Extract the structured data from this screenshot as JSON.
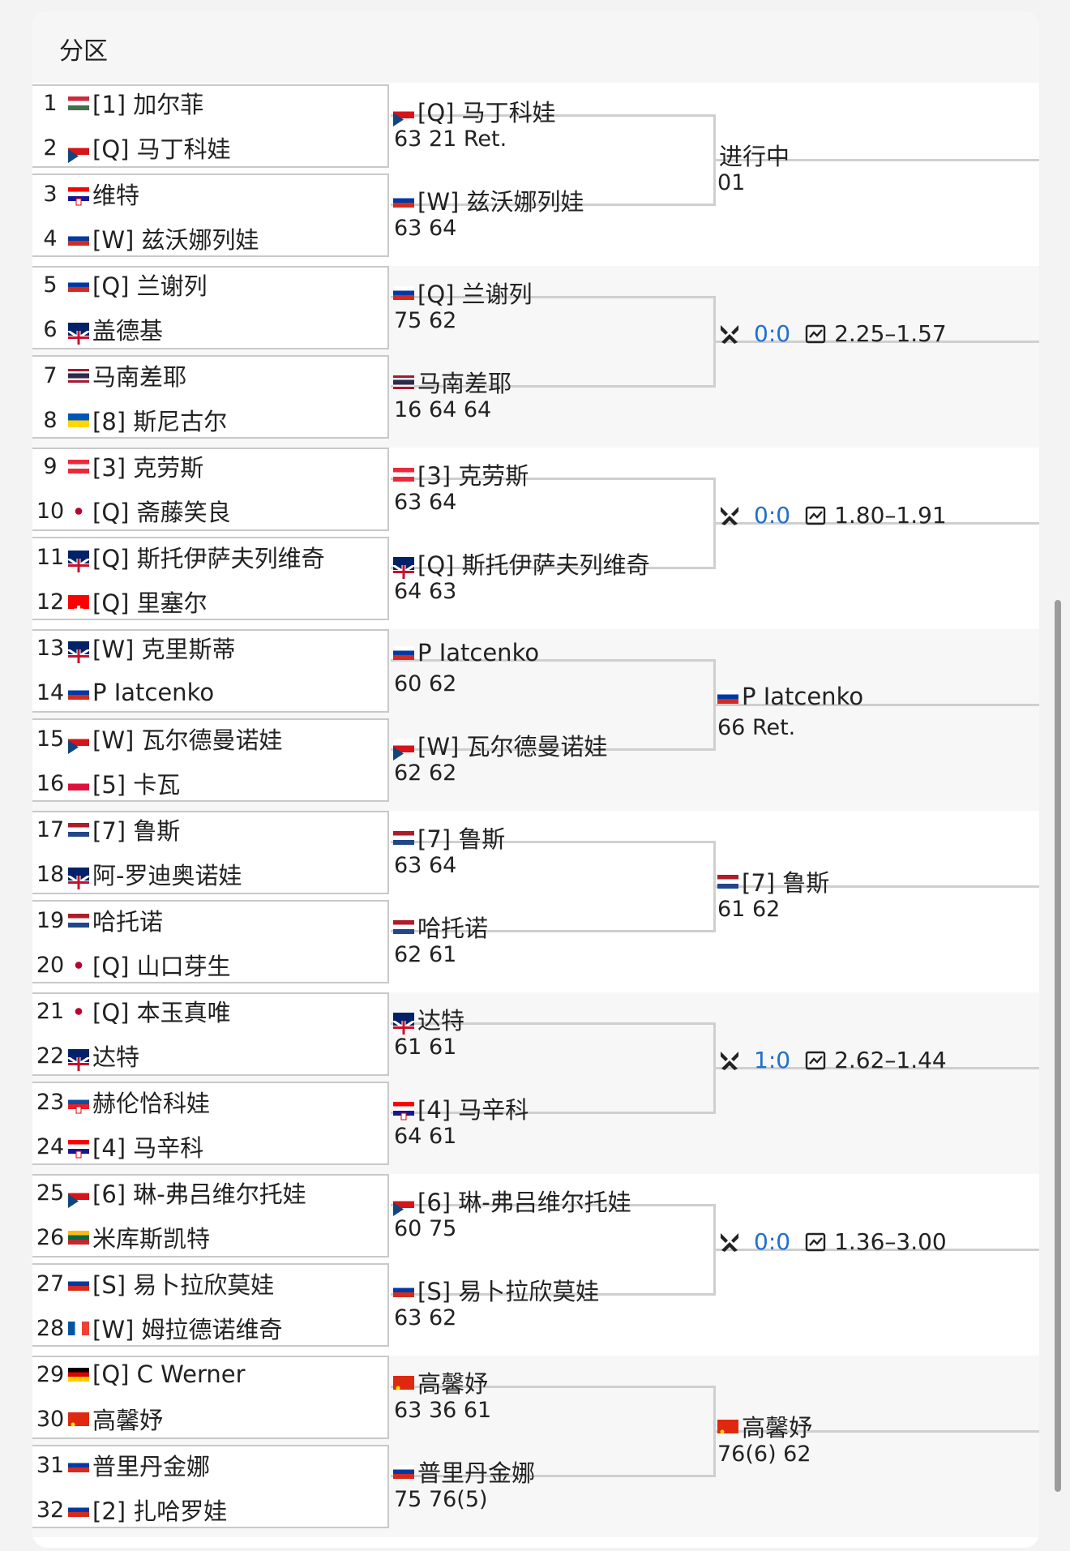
{
  "header": {
    "title": "分区"
  },
  "flag_colors": {
    "HUN": [
      "#cd2a3e",
      "#ffffff",
      "#436f4d"
    ],
    "CZE": [
      "#ffffff",
      "#d7141a",
      "#11457e"
    ],
    "CRO": [
      "#ff0000",
      "#ffffff",
      "#171796"
    ],
    "RUS": [
      "#ffffff",
      "#0039a6",
      "#d52b1e"
    ],
    "AUS": [
      "#012169",
      "#012169",
      "#012169"
    ],
    "THA": [
      "#a51931",
      "#f4f5f8",
      "#2d2a4a"
    ],
    "UKR": [
      "#0057b7",
      "#0057b7",
      "#ffd700"
    ],
    "AUT": [
      "#ed2939",
      "#ffffff",
      "#ed2939"
    ],
    "JPN": [
      "#ffffff",
      "#bc002d",
      "#ffffff"
    ],
    "GBR": [
      "#012169",
      "#ffffff",
      "#c8102e"
    ],
    "SUI": [
      "#ff0000",
      "#ffffff",
      "#ff0000"
    ],
    "POL": [
      "#ffffff",
      "#ffffff",
      "#dc143c"
    ],
    "NED": [
      "#ae1c28",
      "#ffffff",
      "#21468b"
    ],
    "SVK": [
      "#ffffff",
      "#0b4ea2",
      "#ee1c25"
    ],
    "LTU": [
      "#fdb913",
      "#006a44",
      "#c1272d"
    ],
    "FRA": [
      "#0055a4",
      "#ffffff",
      "#ef4135"
    ],
    "GER": [
      "#000000",
      "#dd0000",
      "#ffce00"
    ],
    "CHN": [
      "#de2910",
      "#de2910",
      "#de2910"
    ]
  },
  "groups": [
    {
      "players": [
        {
          "num": "1",
          "flag": "HUN",
          "name": "[1] 加尔菲"
        },
        {
          "num": "2",
          "flag": "CZE",
          "name": "[Q] 马丁科娃"
        },
        {
          "num": "3",
          "flag": "CRO",
          "name": " 维特"
        },
        {
          "num": "4",
          "flag": "RUS",
          "name": "[W] 兹沃娜列娃"
        }
      ],
      "r2": [
        {
          "flag": "CZE",
          "name": "[Q] 马丁科娃",
          "score": "63 21 Ret."
        },
        {
          "flag": "RUS",
          "name": "[W] 兹沃娜列娃",
          "score": "63 64"
        }
      ],
      "r3": {
        "kind": "result",
        "name": "进行中",
        "score": "01",
        "flag": ""
      }
    },
    {
      "players": [
        {
          "num": "5",
          "flag": "RUS",
          "name": "[Q] 兰谢列"
        },
        {
          "num": "6",
          "flag": "AUS",
          "name": " 盖德基"
        },
        {
          "num": "7",
          "flag": "THA",
          "name": " 马南差耶"
        },
        {
          "num": "8",
          "flag": "UKR",
          "name": "[8] 斯尼古尔"
        }
      ],
      "r2": [
        {
          "flag": "RUS",
          "name": "[Q] 兰谢列",
          "score": "75 62"
        },
        {
          "flag": "THA",
          "name": " 马南差耶",
          "score": "16 64 64"
        }
      ],
      "r3": {
        "kind": "odds",
        "h2h": "0:0",
        "odds": "2.25–1.57"
      }
    },
    {
      "players": [
        {
          "num": "9",
          "flag": "AUT",
          "name": "[3] 克劳斯"
        },
        {
          "num": "10",
          "flag": "JPN",
          "name": "[Q] 斋藤笑良"
        },
        {
          "num": "11",
          "flag": "GBR",
          "name": "[Q] 斯托伊萨夫列维奇"
        },
        {
          "num": "12",
          "flag": "SUI",
          "name": "[Q] 里塞尔"
        }
      ],
      "r2": [
        {
          "flag": "AUT",
          "name": "[3] 克劳斯",
          "score": "63 64"
        },
        {
          "flag": "GBR",
          "name": "[Q] 斯托伊萨夫列维奇",
          "score": "64 63"
        }
      ],
      "r3": {
        "kind": "odds",
        "h2h": "0:0",
        "odds": "1.80–1.91"
      }
    },
    {
      "players": [
        {
          "num": "13",
          "flag": "GBR",
          "name": "[W] 克里斯蒂"
        },
        {
          "num": "14",
          "flag": "RUS",
          "name": " P Iatcenko"
        },
        {
          "num": "15",
          "flag": "CZE",
          "name": "[W] 瓦尔德曼诺娃"
        },
        {
          "num": "16",
          "flag": "POL",
          "name": "[5] 卡瓦"
        }
      ],
      "r2": [
        {
          "flag": "RUS",
          "name": " P Iatcenko",
          "score": "60 62"
        },
        {
          "flag": "CZE",
          "name": "[W] 瓦尔德曼诺娃",
          "score": "62 62"
        }
      ],
      "r3": {
        "kind": "result",
        "flag": "RUS",
        "name": " P Iatcenko",
        "score": "66 Ret."
      }
    },
    {
      "players": [
        {
          "num": "17",
          "flag": "NED",
          "name": "[7] 鲁斯"
        },
        {
          "num": "18",
          "flag": "AUS",
          "name": " 阿-罗迪奥诺娃"
        },
        {
          "num": "19",
          "flag": "NED",
          "name": " 哈托诺"
        },
        {
          "num": "20",
          "flag": "JPN",
          "name": "[Q] 山口芽生"
        }
      ],
      "r2": [
        {
          "flag": "NED",
          "name": "[7] 鲁斯",
          "score": "63 64"
        },
        {
          "flag": "NED",
          "name": " 哈托诺",
          "score": "62 61"
        }
      ],
      "r3": {
        "kind": "result",
        "flag": "NED",
        "name": "[7] 鲁斯",
        "score": "61 62"
      }
    },
    {
      "players": [
        {
          "num": "21",
          "flag": "JPN",
          "name": "[Q] 本玉真唯"
        },
        {
          "num": "22",
          "flag": "GBR",
          "name": " 达特"
        },
        {
          "num": "23",
          "flag": "SVK",
          "name": " 赫伦恰科娃"
        },
        {
          "num": "24",
          "flag": "CRO",
          "name": "[4] 马辛科"
        }
      ],
      "r2": [
        {
          "flag": "GBR",
          "name": " 达特",
          "score": "61 61"
        },
        {
          "flag": "CRO",
          "name": "[4] 马辛科",
          "score": "64 61"
        }
      ],
      "r3": {
        "kind": "odds",
        "h2h": "1:0",
        "odds": "2.62–1.44"
      }
    },
    {
      "players": [
        {
          "num": "25",
          "flag": "CZE",
          "name": "[6] 琳-弗吕维尔托娃"
        },
        {
          "num": "26",
          "flag": "LTU",
          "name": " 米库斯凯特"
        },
        {
          "num": "27",
          "flag": "RUS",
          "name": "[S] 易卜拉欣莫娃"
        },
        {
          "num": "28",
          "flag": "FRA",
          "name": "[W] 姆拉德诺维奇"
        }
      ],
      "r2": [
        {
          "flag": "CZE",
          "name": "[6] 琳-弗吕维尔托娃",
          "score": "60 75"
        },
        {
          "flag": "RUS",
          "name": "[S] 易卜拉欣莫娃",
          "score": "63 62"
        }
      ],
      "r3": {
        "kind": "odds",
        "h2h": "0:0",
        "odds": "1.36–3.00"
      }
    },
    {
      "players": [
        {
          "num": "29",
          "flag": "GER",
          "name": "[Q] C Werner"
        },
        {
          "num": "30",
          "flag": "CHN",
          "name": " 高馨妤"
        },
        {
          "num": "31",
          "flag": "RUS",
          "name": " 普里丹金娜"
        },
        {
          "num": "32",
          "flag": "RUS",
          "name": "[2] 扎哈罗娃"
        }
      ],
      "r2": [
        {
          "flag": "CHN",
          "name": " 高馨妤",
          "score": "63 36 61"
        },
        {
          "flag": "RUS",
          "name": " 普里丹金娜",
          "score": "75 76(5)"
        }
      ],
      "r3": {
        "kind": "result",
        "flag": "CHN",
        "name": " 高馨妤",
        "score": "76(6) 62"
      }
    }
  ]
}
